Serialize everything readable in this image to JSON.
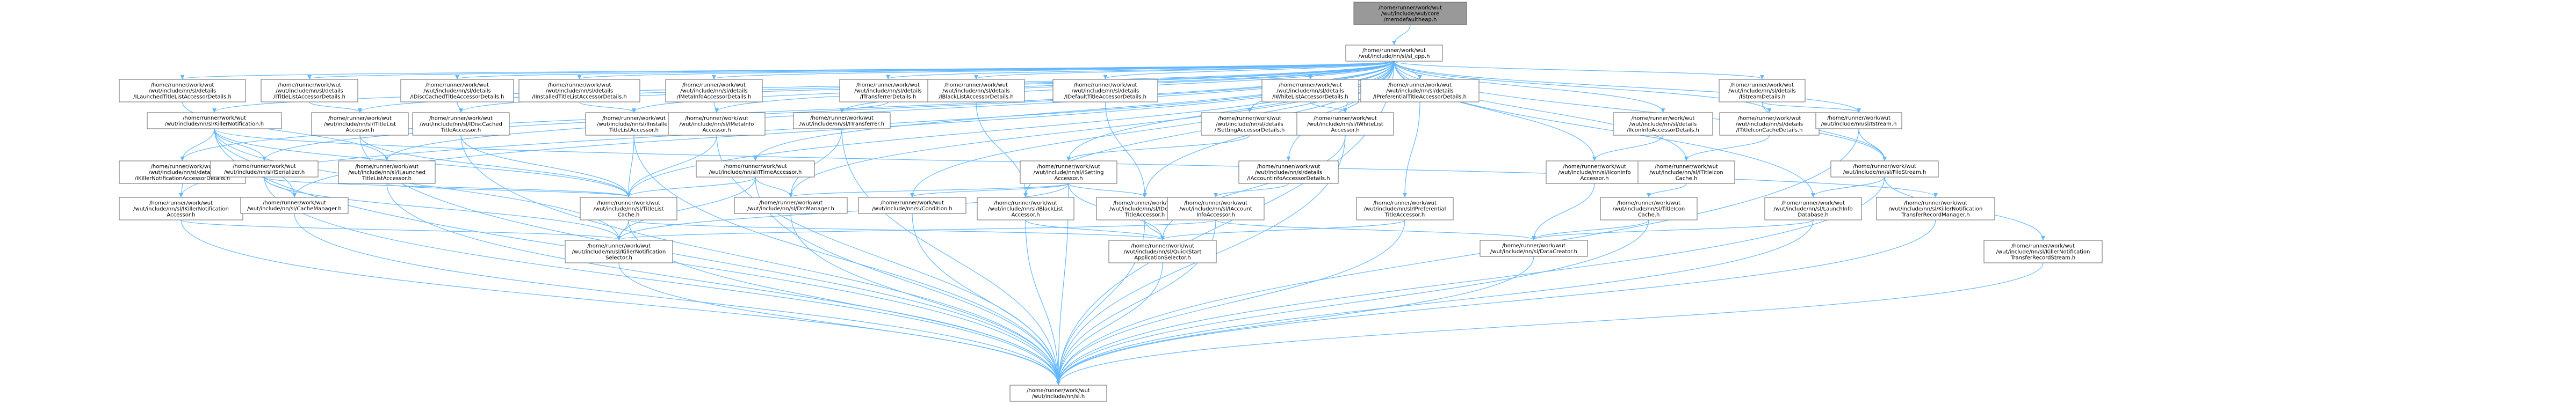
{
  "colors": {
    "node_fill": "#ffffff",
    "root_fill": "#999999",
    "highlight_stroke": "#ff0000",
    "edge": "#63b8ff",
    "node_stroke": "#666666"
  },
  "nodes": [
    {
      "id": "root",
      "lines": [
        "/home/runner/work/wut",
        "/wut/include/wut/core",
        "/memdefaultheap.h"
      ],
      "root": true
    },
    {
      "id": "il",
      "lines": [
        "/home/runner/work/wut",
        "/wut/include/nn/sl/sl_cpp.h"
      ]
    },
    {
      "id": "a1",
      "lines": [
        "/home/runner/work/wut",
        "/wut/include/nn/sl/details",
        "/ILaunchedTitleListAccessorDetails.h"
      ]
    },
    {
      "id": "a2",
      "lines": [
        "/home/runner/work/wut",
        "/wut/include/nn/sl/details",
        "/ITitleListAccessorDetails.h"
      ]
    },
    {
      "id": "a3",
      "lines": [
        "/home/runner/work/wut",
        "/wut/include/nn/sl/details",
        "/IDiscCachedTitleAccessorDetails.h"
      ]
    },
    {
      "id": "a4",
      "lines": [
        "/home/runner/work/wut",
        "/wut/include/nn/sl/details",
        "/IInstalledTitleListAccessorDetails.h"
      ]
    },
    {
      "id": "a5",
      "lines": [
        "/home/runner/work/wut",
        "/wut/include/nn/sl/details",
        "/IMetaInfoAccessorDetails.h"
      ]
    },
    {
      "id": "a6",
      "lines": [
        "/home/runner/work/wut",
        "/wut/include/nn/sl/details",
        "/ITransferrerDetails.h"
      ]
    },
    {
      "id": "a7",
      "lines": [
        "/home/runner/work/wut",
        "/wut/include/nn/sl/details",
        "/IBlackListAccessorDetails.h"
      ]
    },
    {
      "id": "a8",
      "lines": [
        "/home/runner/work/wut",
        "/wut/include/nn/sl/details",
        "/IDefaultTitleAccessorDetails.h"
      ]
    },
    {
      "id": "a9",
      "lines": [
        "/home/runner/work/wut",
        "/wut/include/nn/sl/details",
        "/IWhiteListAccessorDetails.h"
      ]
    },
    {
      "id": "a10",
      "lines": [
        "/home/runner/work/wut",
        "/wut/include/nn/sl/details",
        "/IPreferentialTitleAccessorDetails.h"
      ]
    },
    {
      "id": "a11",
      "lines": [
        "/home/runner/work/wut",
        "/wut/include/nn/sl/details",
        "/IStreamDetails.h"
      ]
    },
    {
      "id": "b1",
      "lines": [
        "/home/runner/work/wut",
        "/wut/include/nn/sl/KillerNotification.h"
      ]
    },
    {
      "id": "b2",
      "lines": [
        "/home/runner/work/wut",
        "/wut/include/nn/sl/ITitleList",
        "Accessor.h"
      ]
    },
    {
      "id": "b3",
      "lines": [
        "/home/runner/work/wut",
        "/wut/include/nn/sl/IDiscCached",
        "TitleAccessor.h"
      ]
    },
    {
      "id": "b4",
      "lines": [
        "/home/runner/work/wut",
        "/wut/include/nn/sl/IInstalled",
        "TitleListAccessor.h"
      ]
    },
    {
      "id": "b5",
      "lines": [
        "/home/runner/work/wut",
        "/wut/include/nn/sl/IMetaInfo",
        "Accessor.h"
      ]
    },
    {
      "id": "b6",
      "lines": [
        "/home/runner/work/wut",
        "/wut/include/nn/sl/ITransferrer.h"
      ]
    },
    {
      "id": "b7",
      "lines": [
        "/home/runner/work/wut",
        "/wut/include/nn/sl/details",
        "/ISettingAccessorDetails.h"
      ]
    },
    {
      "id": "b8",
      "lines": [
        "/home/runner/work/wut",
        "/wut/include/nn/sl/IWhiteList",
        "Accessor.h"
      ]
    },
    {
      "id": "b9",
      "lines": [
        "/home/runner/work/wut",
        "/wut/include/nn/sl/details",
        "/IIconInfoAccessorDetails.h"
      ]
    },
    {
      "id": "b10",
      "lines": [
        "/home/runner/work/wut",
        "/wut/include/nn/sl/details",
        "/ITitleIconCacheDetails.h"
      ]
    },
    {
      "id": "b11",
      "lines": [
        "/home/runner/work/wut",
        "/wut/include/nn/sl/IStream.h"
      ]
    },
    {
      "id": "c1",
      "lines": [
        "/home/runner/work/wut",
        "/wut/include/nn/sl/details",
        "/IKillerNotificationAccessorDetails.h"
      ]
    },
    {
      "id": "c2",
      "lines": [
        "/home/runner/work/wut",
        "/wut/include/nn/sl/ISerializer.h"
      ]
    },
    {
      "id": "c3",
      "lines": [
        "/home/runner/work/wut",
        "/wut/include/nn/sl/ILaunched",
        "TitleListAccessor.h"
      ]
    },
    {
      "id": "c4",
      "lines": [
        "/home/runner/work/wut",
        "/wut/include/nn/sl/ITimeAccessor.h"
      ]
    },
    {
      "id": "c5",
      "lines": [
        "/home/runner/work/wut",
        "/wut/include/nn/sl/ISetting",
        "Accessor.h"
      ]
    },
    {
      "id": "c6",
      "lines": [
        "/home/runner/work/wut",
        "/wut/include/nn/sl/details",
        "/IAccountInfoAccessorDetails.h"
      ]
    },
    {
      "id": "c7",
      "lines": [
        "/home/runner/work/wut",
        "/wut/include/nn/sl/IIconInfo",
        "Accessor.h"
      ]
    },
    {
      "id": "c8",
      "lines": [
        "/home/runner/work/wut",
        "/wut/include/nn/sl/ITitleIcon",
        "Cache.h"
      ]
    },
    {
      "id": "c9",
      "lines": [
        "/home/runner/work/wut",
        "/wut/include/nn/sl/FileStream.h"
      ],
      "highlight": true
    },
    {
      "id": "d1",
      "lines": [
        "/home/runner/work/wut",
        "/wut/include/nn/sl/IKillerNotification",
        "Accessor.h"
      ]
    },
    {
      "id": "d2",
      "lines": [
        "/home/runner/work/wut",
        "/wut/include/nn/sl/CacheManager.h"
      ]
    },
    {
      "id": "d3",
      "lines": [
        "/home/runner/work/wut",
        "/wut/include/nn/sl/TitleList",
        "Cache.h"
      ]
    },
    {
      "id": "d4",
      "lines": [
        "/home/runner/work/wut",
        "/wut/include/nn/sl/DrcManager.h"
      ]
    },
    {
      "id": "d5",
      "lines": [
        "/home/runner/work/wut",
        "/wut/include/nn/sl/Condition.h"
      ]
    },
    {
      "id": "d6",
      "lines": [
        "/home/runner/work/wut",
        "/wut/include/nn/sl/IBlackList",
        "Accessor.h"
      ]
    },
    {
      "id": "d7",
      "lines": [
        "/home/runner/work/wut",
        "/wut/include/nn/sl/IDefault",
        "TitleAccessor.h"
      ]
    },
    {
      "id": "d8",
      "lines": [
        "/home/runner/work/wut",
        "/wut/include/nn/sl/IAccount",
        "InfoAccessor.h"
      ]
    },
    {
      "id": "d9",
      "lines": [
        "/home/runner/work/wut",
        "/wut/include/nn/sl/IPreferential",
        "TitleAccessor.h"
      ]
    },
    {
      "id": "d10",
      "lines": [
        "/home/runner/work/wut",
        "/wut/include/nn/sl/TitleIcon",
        "Cache.h"
      ]
    },
    {
      "id": "d11",
      "lines": [
        "/home/runner/work/wut",
        "/wut/include/nn/sl/LaunchInfo",
        "Database.h"
      ]
    },
    {
      "id": "d12",
      "lines": [
        "/home/runner/work/wut",
        "/wut/include/nn/sl/KillerNotification",
        "TransferRecordManager.h"
      ]
    },
    {
      "id": "d13",
      "lines": [
        "/home/runner/work/wut",
        "/wut/include/nn/sl/KillerNotification",
        "TransferRecordStream.h"
      ]
    },
    {
      "id": "e1",
      "lines": [
        "/home/runner/work/wut",
        "/wut/include/nn/sl/KillerNotification",
        "Selector.h"
      ]
    },
    {
      "id": "e2",
      "lines": [
        "/home/runner/work/wut",
        "/wut/include/nn/sl/QuickStart",
        "ApplicationSelector.h"
      ]
    },
    {
      "id": "e3",
      "lines": [
        "/home/runner/work/wut",
        "/wut/include/nn/sl/DataCreator.h"
      ]
    },
    {
      "id": "f",
      "lines": [
        "/home/runner/work/wut",
        "/wut/include/nn/sl.h"
      ]
    }
  ]
}
